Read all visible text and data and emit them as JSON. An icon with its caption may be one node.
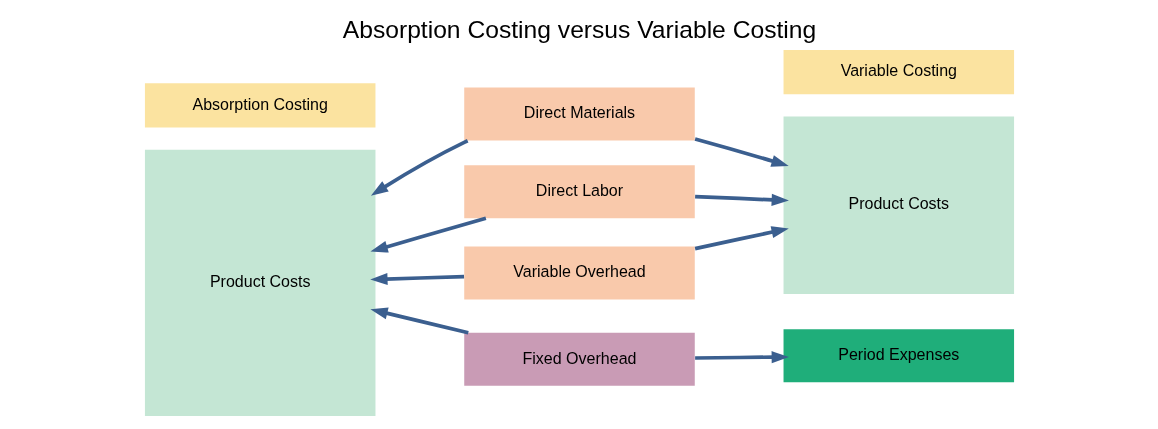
{
  "diagram": {
    "title": "Absorption Costing versus Variable Costing",
    "nodes": [
      {
        "text": [
          "Absorption Costing"
        ]
      },
      {
        "text": [
          "Variable Costing"
        ]
      },
      {
        "text": [
          "Product Costs"
        ]
      },
      {
        "text": [
          "Direct Materials"
        ]
      },
      {
        "text": [
          "Direct Labor"
        ]
      },
      {
        "text": [
          "Variable Overhead"
        ]
      },
      {
        "text": [
          "Fixed Overhead"
        ]
      },
      {
        "text": [
          "Product Costs"
        ]
      },
      {
        "text": [
          "Period Expenses"
        ]
      }
    ],
    "edges": [
      {
        "from": 3,
        "to": 2,
        "arrow": "to"
      },
      {
        "from": 3,
        "to": 7,
        "arrow": "to"
      },
      {
        "from": 4,
        "to": 2,
        "arrow": "to"
      },
      {
        "from": 4,
        "to": 7,
        "arrow": "to"
      },
      {
        "from": 5,
        "to": 2,
        "arrow": "to"
      },
      {
        "from": 5,
        "to": 7,
        "arrow": "to"
      },
      {
        "from": 6,
        "to": 2,
        "arrow": "to"
      },
      {
        "from": 6,
        "to": 8,
        "arrow": "to"
      }
    ]
  }
}
